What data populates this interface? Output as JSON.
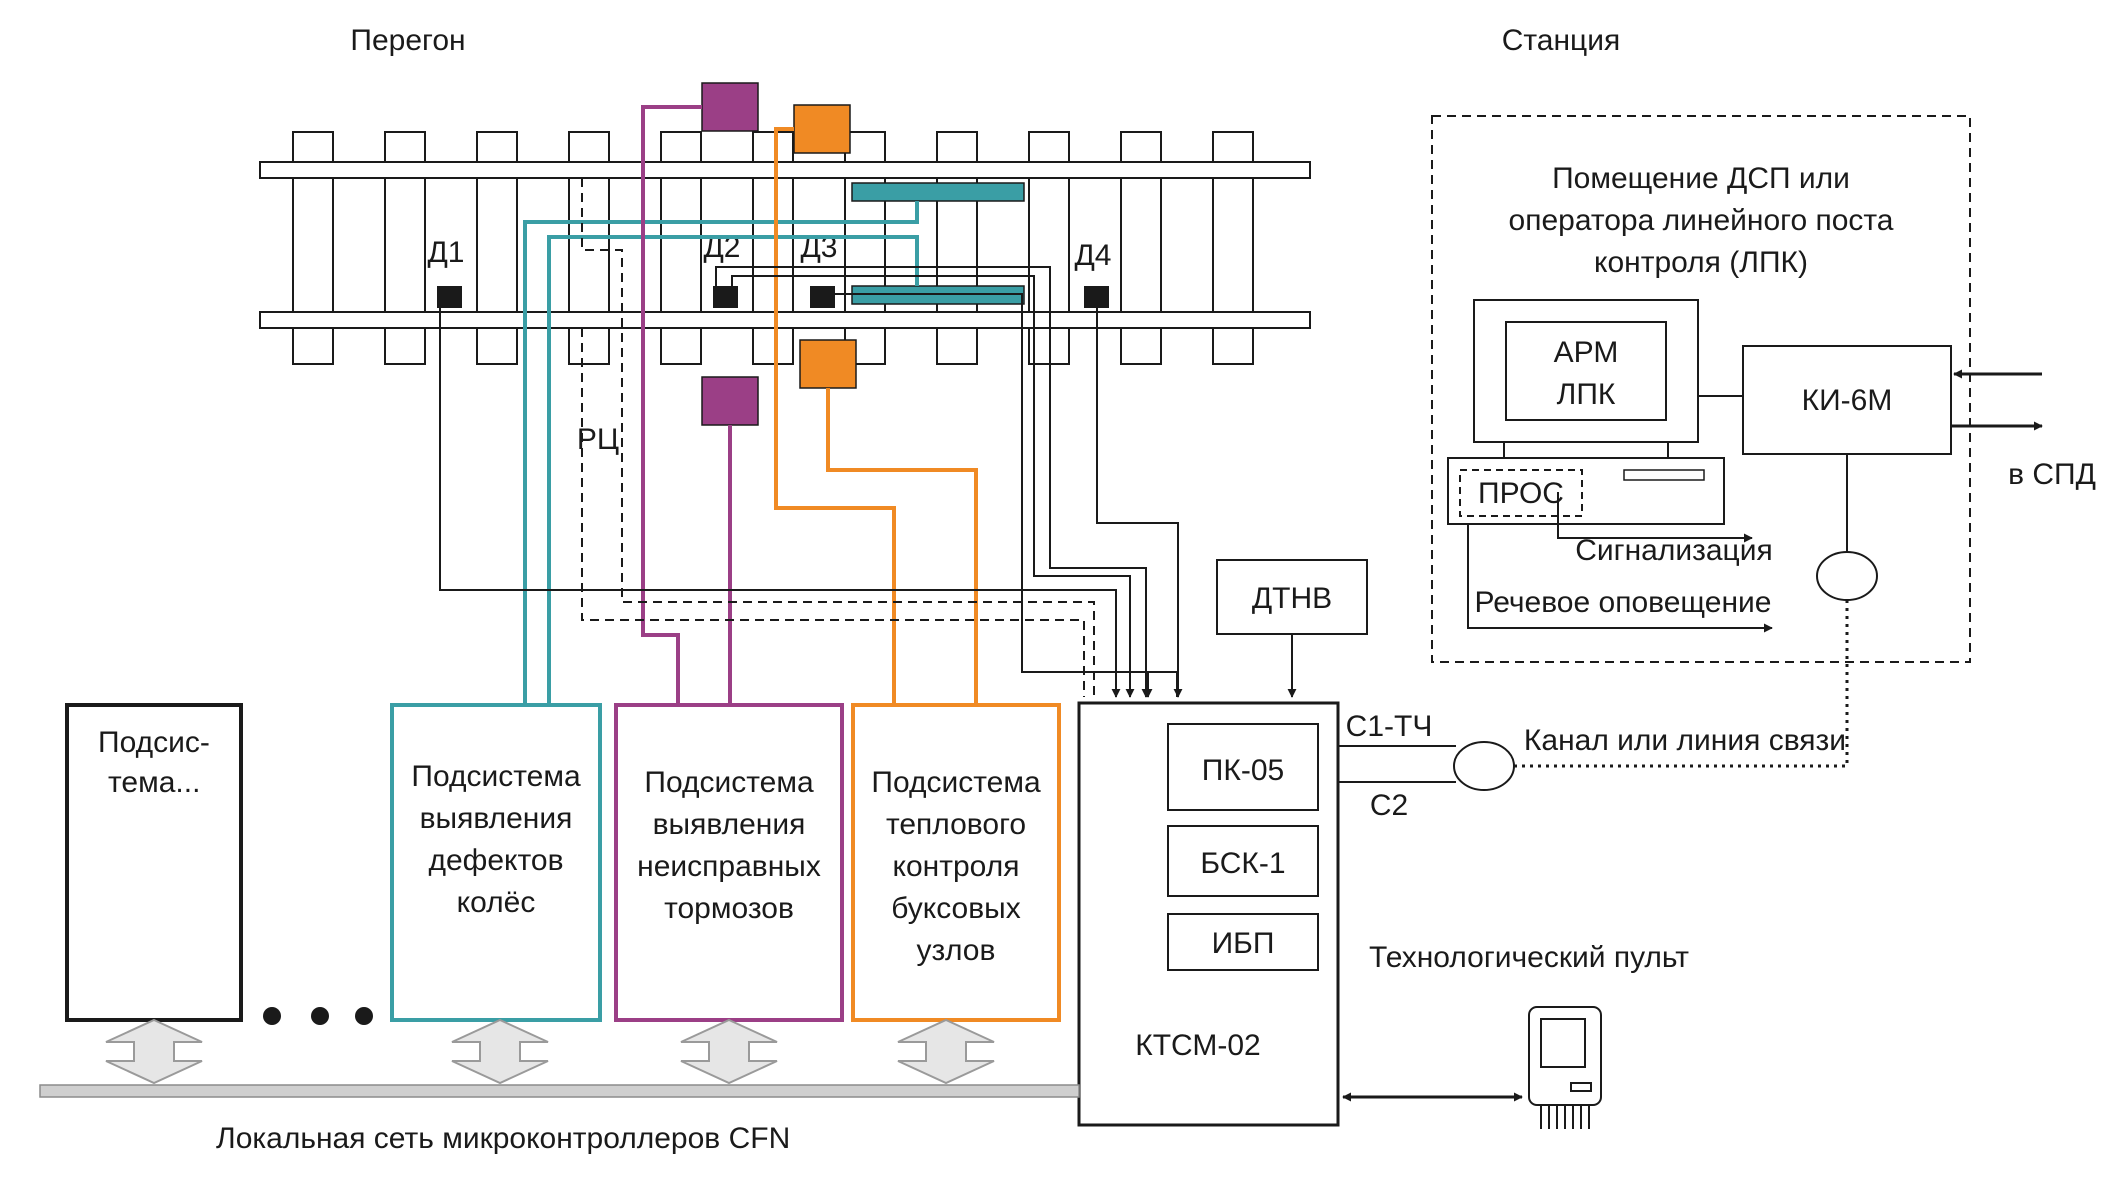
{
  "labels": {
    "haul": "Перегон",
    "station": "Станция",
    "d1": "Д1",
    "d2": "Д2",
    "d3": "Д3",
    "d4": "Д4",
    "rc": "РЦ",
    "room_line1": "Помещение ДСП или",
    "room_line2": "оператора линейного поста",
    "room_line3": "контроля (ЛПК)",
    "arm_line1": "АРМ",
    "arm_line2": "ЛПК",
    "pros": "ПРОС",
    "ki6m": "КИ-6М",
    "spd": "в СПД",
    "signal": "Сигнализация",
    "voice": "Речевое оповещение",
    "dtnv": "ДТНВ",
    "c1tch": "С1-ТЧ",
    "c2": "С2",
    "channel": "Канал или линия связи",
    "pk05": "ПК-05",
    "bsk1": "БСК-1",
    "ibp": "ИБП",
    "ktsm": "КТСМ-02",
    "tech_console": "Технологический пульт",
    "lan": "Локальная сеть микроконтроллеров CFN"
  },
  "subsystems": {
    "other": [
      "Подсис-",
      "тема..."
    ],
    "wheels": [
      "Подсистема",
      "выявления",
      "дефектов",
      "колёс"
    ],
    "brakes": [
      "Подсистема",
      "выявления",
      "неисправных",
      "тормозов"
    ],
    "thermal": [
      "Подсистема",
      "теплового",
      "контроля",
      "буксовых",
      "узлов"
    ]
  },
  "colors": {
    "teal": "#3a9ea5",
    "purple": "#9b3f86",
    "orange": "#f08a24",
    "line": "#1a1a1a",
    "bus": "#cfcfcf"
  }
}
